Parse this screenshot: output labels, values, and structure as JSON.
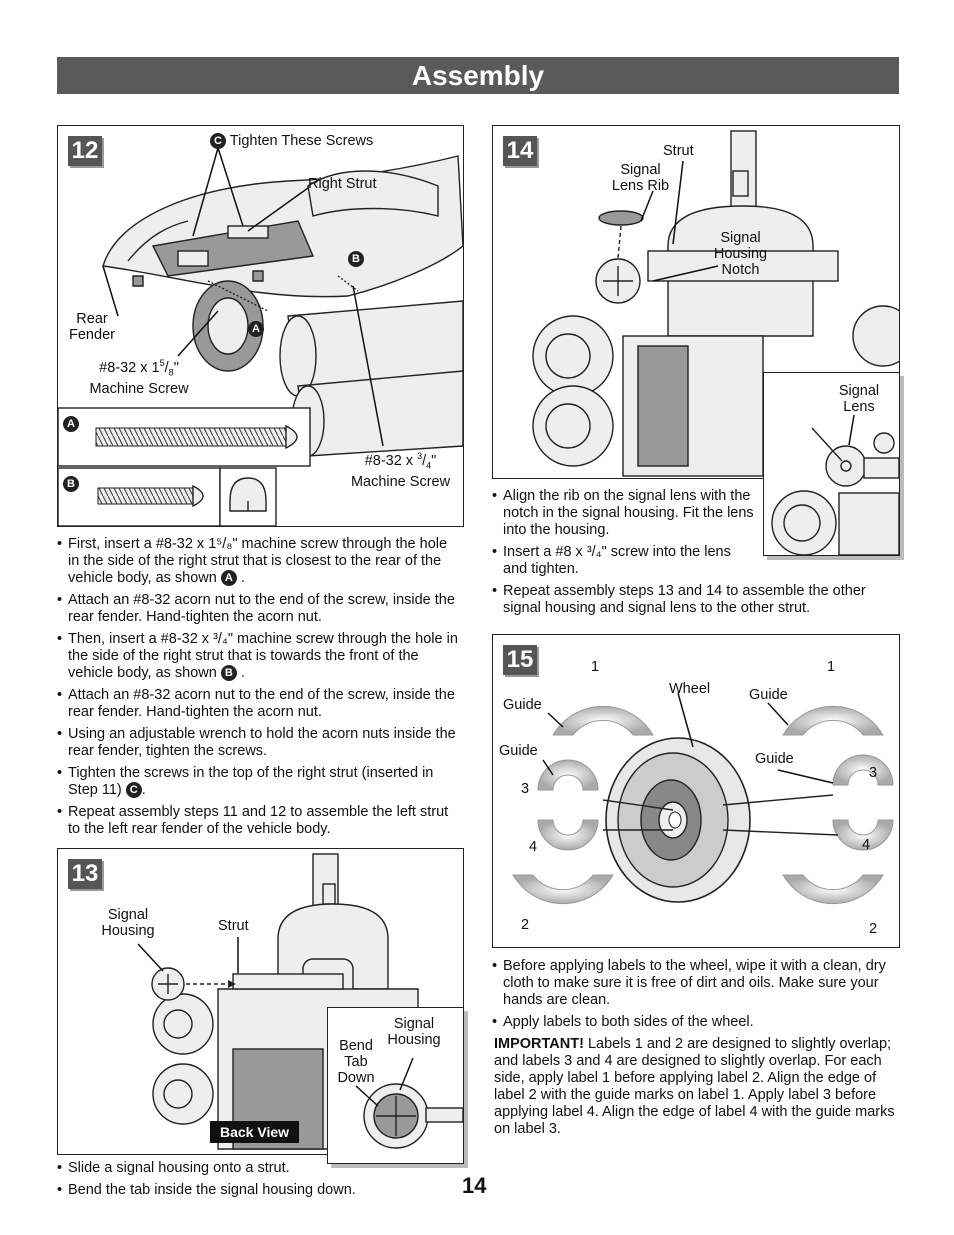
{
  "header": {
    "title": "Assembly"
  },
  "page_number": "14",
  "step12": {
    "num": "12",
    "labels": {
      "tighten": "Tighten These Screws",
      "right_strut": "Right Strut",
      "rear_fender_1": "Rear",
      "rear_fender_2": "Fender",
      "screw_long_1": "#8-32 x 1",
      "screw_long_frac_num": "5",
      "screw_long_frac_den": "8",
      "screw_long_2": "Machine Screw",
      "screw_short_1": "#8-32 x ",
      "screw_short_frac_num": "3",
      "screw_short_frac_den": "4",
      "screw_short_2": "Machine Screw"
    },
    "badges": {
      "a": "A",
      "b": "B",
      "c": "C"
    },
    "bullets": [
      "First, insert a #8-32 x 1⁵/₈\" machine screw through the hole in the side of the right strut that is closest to the rear of the vehicle body, as shown",
      "Attach an #8-32 acorn nut to the end of the screw, inside the rear fender. Hand-tighten the acorn nut.",
      "Then, insert a #8-32 x ³/₄\" machine screw through the hole in the side of the right strut that is towards the front of the vehicle body, as shown",
      "Attach an #8-32 acorn nut to the end of the screw, inside the rear fender. Hand-tighten the acorn nut.",
      "Using an adjustable wrench to hold the acorn nuts inside the rear fender, tighten the screws.",
      "Tighten the screws in the top of the right strut (inserted in Step 11)",
      "Repeat assembly steps 11 and 12 to assemble the left strut to the left rear fender of the vehicle body."
    ]
  },
  "step13": {
    "num": "13",
    "labels": {
      "signal_housing_1": "Signal",
      "signal_housing_2": "Housing",
      "strut": "Strut",
      "bend_1": "Bend",
      "bend_2": "Tab",
      "bend_3": "Down",
      "inset_housing_1": "Signal",
      "inset_housing_2": "Housing",
      "back_view": "Back View"
    },
    "bullets": [
      "Slide a signal housing onto a strut.",
      "Bend the tab inside the signal housing down."
    ]
  },
  "step14": {
    "num": "14",
    "labels": {
      "strut": "Strut",
      "lens_rib_1": "Signal",
      "lens_rib_2": "Lens Rib",
      "notch_1": "Signal",
      "notch_2": "Housing",
      "notch_3": "Notch",
      "lens_1": "Signal",
      "lens_2": "Lens"
    },
    "bullets": [
      "Align the rib on the signal lens with the notch in the signal housing. Fit the lens into the housing.",
      "Insert a #8 x ³/₄\" screw into the lens and tighten.",
      "Repeat assembly steps 13 and 14 to assemble the other signal housing and signal lens to the other strut."
    ]
  },
  "step15": {
    "num": "15",
    "labels": {
      "wheel": "Wheel",
      "guide": "Guide",
      "n1": "1",
      "n2": "2",
      "n3": "3",
      "n4": "4"
    },
    "bullets": [
      "Before applying labels to the wheel, wipe it with a clean, dry cloth to make sure it is free of dirt and oils. Make sure your hands are clean.",
      "Apply labels to both sides of the wheel."
    ],
    "important_label": "IMPORTANT!",
    "important_text": " Labels 1 and 2 are designed to slightly overlap; and labels 3 and 4 are designed to slightly overlap. For each side, apply label 1 before applying label 2. Align the edge of label 2 with the guide marks on label 1. Apply label 3 before applying label 4. Align the edge of label 4 with the guide marks on label 3."
  }
}
